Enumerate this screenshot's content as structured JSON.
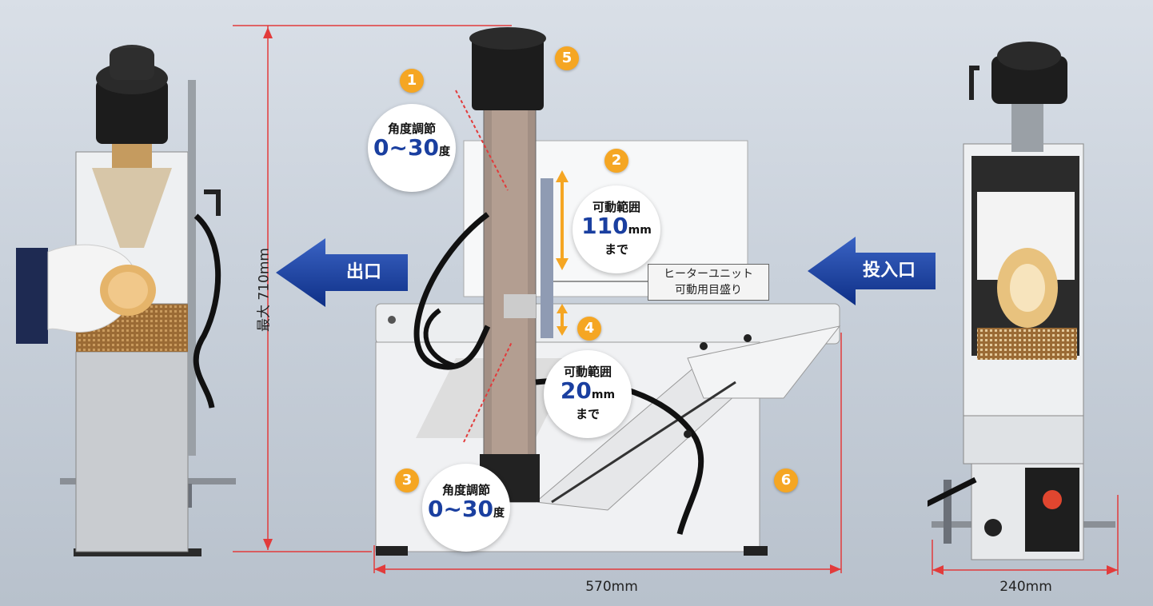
{
  "arrows": {
    "exit": "出口",
    "entry": "投入口"
  },
  "dimensions": {
    "height": "最大 710mm",
    "width": "570mm",
    "depth": "240mm"
  },
  "callouts": {
    "angle_top": {
      "line1": "角度調節",
      "value": "0~30",
      "unit": "度"
    },
    "range_upper": {
      "line1": "可動範囲",
      "value": "110",
      "unit": "mm",
      "line3": "まで"
    },
    "range_lower": {
      "line1": "可動範囲",
      "value": "20",
      "unit": "mm",
      "line3": "まで"
    },
    "angle_bottom": {
      "line1": "角度調節",
      "value": "0~30",
      "unit": "度"
    }
  },
  "scale_label": {
    "line1": "ヒーターユニット",
    "line2": "可動用目盛り"
  },
  "markers": [
    "1",
    "2",
    "3",
    "4",
    "5",
    "6"
  ],
  "colors": {
    "accent_orange": "#f5a623",
    "accent_blue": "#1a3fa0",
    "dimension_red": "#e23b3b"
  }
}
